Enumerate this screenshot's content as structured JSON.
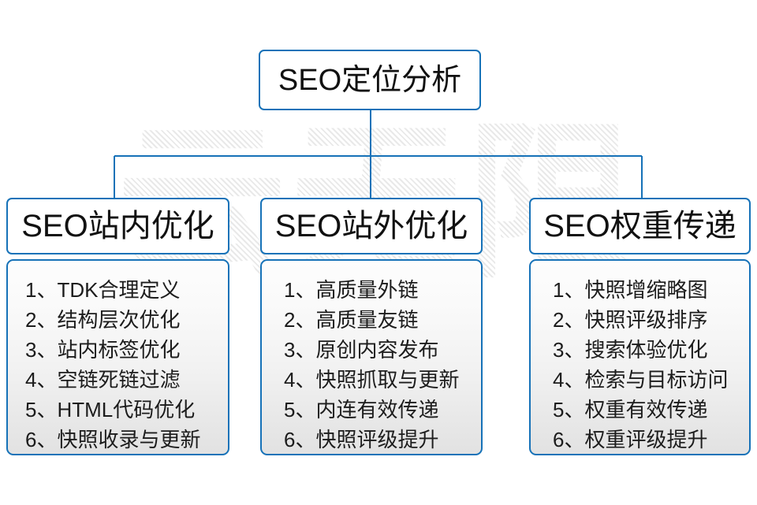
{
  "diagram": {
    "root": {
      "label": "SEO定位分析"
    },
    "columns": [
      {
        "header": "SEO站内优化",
        "items": [
          "1、TDK合理定义",
          "2、结构层次优化",
          "3、站内标签优化",
          "4、空链死链过滤",
          "5、HTML代码优化",
          "6、快照收录与更新"
        ]
      },
      {
        "header": "SEO站外优化",
        "items": [
          "1、高质量外链",
          "2、高质量友链",
          "3、原创内容发布",
          "4、快照抓取与更新",
          "5、内连有效传递",
          "6、快照评级提升"
        ]
      },
      {
        "header": "SEO权重传递",
        "items": [
          "1、快照增缩略图",
          "2、快照评级排序",
          "3、搜索体验优化",
          "4、检索与目标访问",
          "5、权重有效传递",
          "6、权重评级提升"
        ]
      }
    ],
    "watermark": "云无限",
    "colors": {
      "connector": "#1672b8",
      "border": "#1672b8",
      "text": "#111111",
      "background": "#ffffff",
      "watermark": "#e9e9e9"
    }
  }
}
